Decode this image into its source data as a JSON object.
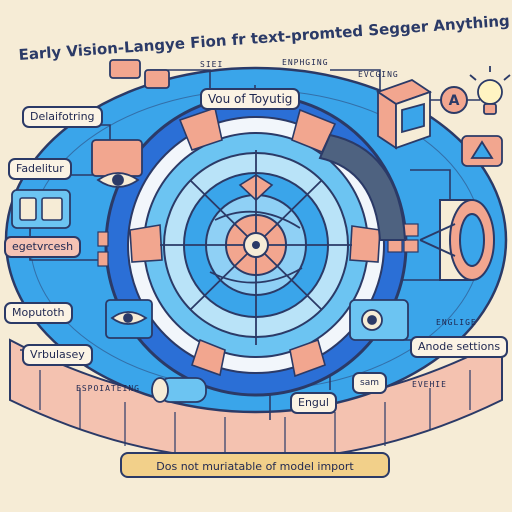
{
  "title": "Early Vision-Langye Fion fr text-promted Segger Anything modl",
  "center_label": "Vou of Toyutig",
  "left_labels": [
    "Delaifotring",
    "Fadelitur",
    "egetvrcesh",
    "Moputoth",
    "Vrbulasey"
  ],
  "right_labels": [
    "Anode settions",
    "sam",
    "Engul"
  ],
  "tiny_labels": [
    "SIEI",
    "ENPHGING",
    "EVCGING",
    "ENGLIGE",
    "EVEHIE",
    "ESPOIATEING"
  ],
  "footer": "Dos not muriatable of model import",
  "colors": {
    "background": "#f6ecd6",
    "platform": "#3aa5ea",
    "ring_dark": "#2b6fd6",
    "accent_pink": "#f2a68f",
    "outline": "#2b3a67",
    "footer_fill": "#f2d08a"
  },
  "icons": [
    "eye-icon",
    "lightbulb-icon",
    "letter-a-icon",
    "cube-icon",
    "lens-icon",
    "tablet-icon",
    "cylinder-icon"
  ]
}
